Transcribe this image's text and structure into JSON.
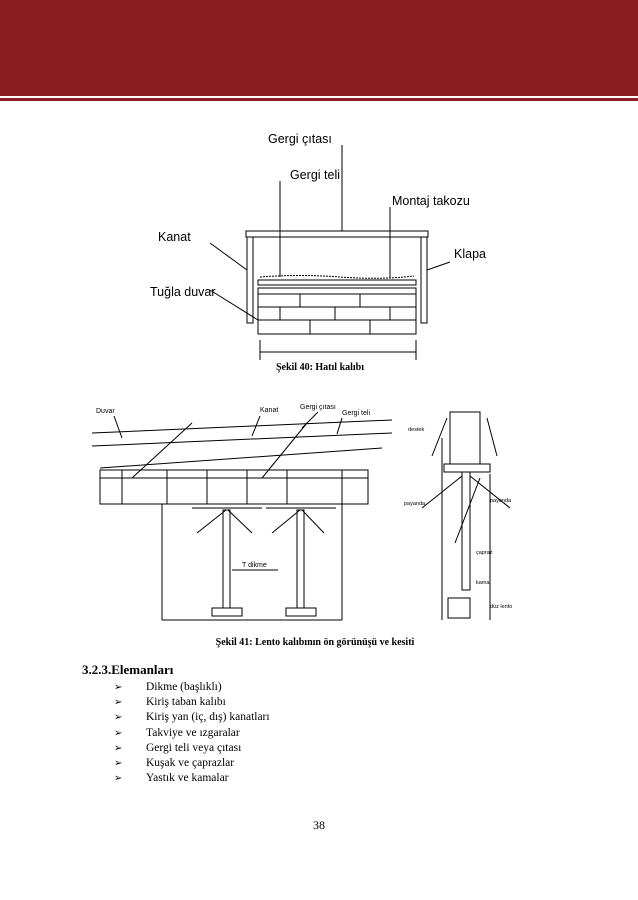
{
  "header": {
    "band_color": "#8b1c1f"
  },
  "figure40": {
    "labels": {
      "gergi_citasi": "Gergi çıtası",
      "gergi_teli": "Gergi teli",
      "montaj_takozu": "Montaj takozu",
      "kanat": "Kanat",
      "klapa": "Klapa",
      "tugla_duvar": "Tuğla duvar"
    },
    "caption": "Şekil 40: Hatıl kalıbı"
  },
  "figure41": {
    "labels": {
      "duvar": "Duvar",
      "kanat": "Kanat",
      "gergi_citasi": "Gergi çıtası",
      "gergi_teli": "Gergi teli",
      "t_dikme": "T dikme",
      "destek": "destek",
      "payanda_left": "payanda",
      "payanda_right": "payanda",
      "capraz": "çapraz",
      "kama": "kama",
      "duz_lento": "düz\nlento"
    },
    "caption": "Şekil 41: Lento kalıbının ön görünüşü ve kesiti"
  },
  "section": {
    "title": "3.2.3.Elemanları",
    "bullet_symbol": "➢",
    "items": [
      "Dikme (başlıklı)",
      "Kiriş taban kalıbı",
      "Kiriş yan (iç, dış) kanatları",
      "Takviye ve ızgaralar",
      "Gergi teli veya çıtası",
      "Kuşak ve çaprazlar",
      "Yastık ve kamalar"
    ]
  },
  "page_number": "38"
}
